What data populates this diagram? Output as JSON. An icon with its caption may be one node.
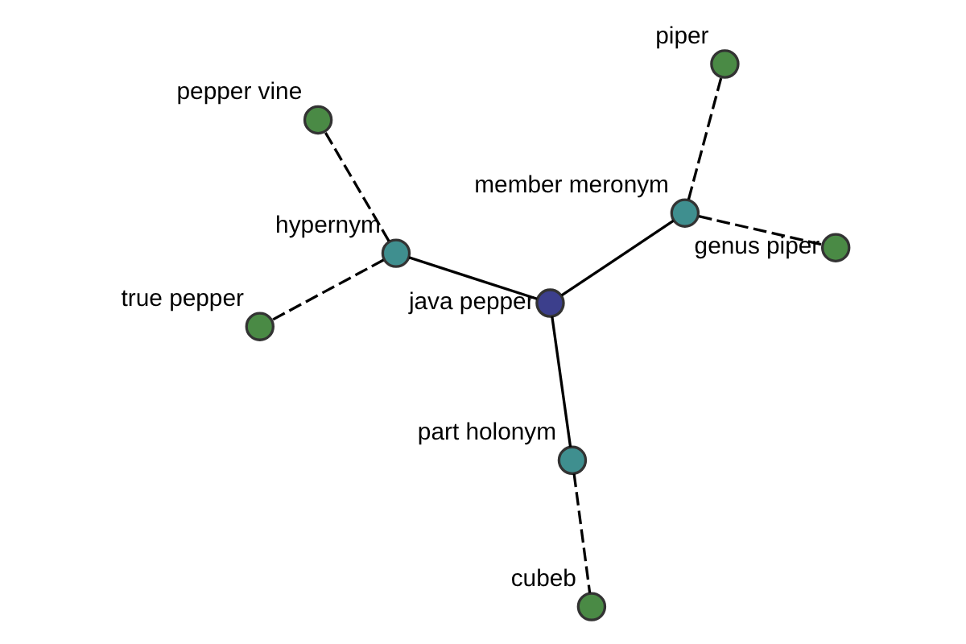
{
  "diagram": {
    "nodes": [
      {
        "text": [
          "java pepper"
        ]
      },
      {
        "text": [
          "member meronym"
        ]
      },
      {
        "text": [
          "genus piper"
        ]
      },
      {
        "text": [
          "piper"
        ]
      },
      {
        "text": [
          "hypernym"
        ]
      },
      {
        "text": [
          "pepper vine"
        ]
      },
      {
        "text": [
          "true pepper"
        ]
      },
      {
        "text": [
          "part holonym"
        ]
      },
      {
        "text": [
          "cubeb"
        ]
      }
    ],
    "edges": [
      {
        "from": 0,
        "to": 1,
        "arrow": "none"
      },
      {
        "from": 1,
        "to": 2,
        "arrow": "none",
        "style": "dashed"
      },
      {
        "from": 1,
        "to": 3,
        "arrow": "none",
        "style": "dashed"
      },
      {
        "from": 0,
        "to": 4,
        "arrow": "none"
      },
      {
        "from": 4,
        "to": 5,
        "arrow": "none",
        "style": "dashed"
      },
      {
        "from": 4,
        "to": 6,
        "arrow": "none",
        "style": "dashed"
      },
      {
        "from": 0,
        "to": 7,
        "arrow": "none"
      },
      {
        "from": 7,
        "to": 8,
        "arrow": "none",
        "style": "dashed"
      }
    ]
  }
}
